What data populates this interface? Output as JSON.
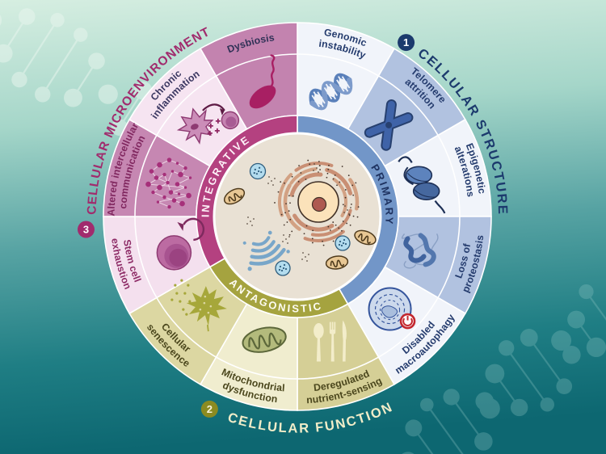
{
  "figure": {
    "kind": "hallmarks-of-aging-wheel"
  },
  "background": {
    "gradient_top": "#d6eee1",
    "gradient_mid": "#57a3a3",
    "gradient_bottom": "#0d6771",
    "decorations": [
      "dna-helix-top-left",
      "dna-helix-bottom-right"
    ]
  },
  "wheel": {
    "center_icon": "eukaryotic-cell-illustration",
    "center_fill": "#e9e1d4",
    "separator_color": "#ffffff",
    "categories": [
      {
        "number": "1",
        "title": "CELLULAR STRUCTURE",
        "color": "#1c3a6d",
        "badge_fill": "#1c3a6d",
        "badge_text_color": "#ffffff",
        "ring_label": "PRIMARY",
        "ring_fill": "#7296c8",
        "ring_text_color": "#1e3260",
        "span_deg": [
          0,
          150
        ]
      },
      {
        "number": "2",
        "title": "CELLULAR FUNCTION",
        "color": "#f2edc9",
        "badge_fill": "#8b8b21",
        "badge_text_color": "#f7f4da",
        "ring_label": "ANTAGONISTIC",
        "ring_fill": "#a5a33f",
        "ring_text_color": "#fdfcf2",
        "span_deg": [
          150,
          240
        ]
      },
      {
        "number": "3",
        "title": "CELLULAR MICROENVIRONMENT",
        "color": "#a12b6d",
        "badge_fill": "#a12b6d",
        "badge_text_color": "#ffffff",
        "ring_label": "INTEGRATIVE",
        "ring_fill": "#b44180",
        "ring_text_color": "#fdf0f7",
        "span_deg": [
          240,
          360
        ]
      }
    ],
    "segments": [
      {
        "label": "Genomic instability",
        "lines": [
          "Genomic",
          "instability"
        ],
        "fill": "#f1f4fa",
        "text_color": "#253c6e",
        "icon": "dna-icon"
      },
      {
        "label": "Telomere attrition",
        "lines": [
          "Telomere",
          "attrition"
        ],
        "fill": "#b1c2e0",
        "text_color": "#253c6e",
        "icon": "chromosome-icon"
      },
      {
        "label": "Epigenetic alterations",
        "lines": [
          "Epigenetic",
          "alterations"
        ],
        "fill": "#f1f4fa",
        "text_color": "#253c6e",
        "icon": "nucleosome-icon"
      },
      {
        "label": "Loss of proteostasis",
        "lines": [
          "Loss of",
          "proteostasis"
        ],
        "fill": "#b1c2e0",
        "text_color": "#253c6e",
        "icon": "misfolded-protein-icon"
      },
      {
        "label": "Disabled macroautophagy",
        "lines": [
          "Disabled",
          "macroautophagy"
        ],
        "fill": "#f1f4fa",
        "text_color": "#253c6e",
        "icon": "autophagosome-icon"
      },
      {
        "label": "Deregulated nutrient-sensing",
        "lines": [
          "Deregulated",
          "nutrient-sensing"
        ],
        "fill": "#d5cf96",
        "text_color": "#4b471d",
        "icon": "cutlery-icon"
      },
      {
        "label": "Mitochondrial dysfunction",
        "lines": [
          "Mitochondrial",
          "dysfunction"
        ],
        "fill": "#f0edcf",
        "text_color": "#4b471d",
        "icon": "mitochondrion-icon"
      },
      {
        "label": "Cellular senescence",
        "lines": [
          "Cellular",
          "senescence"
        ],
        "fill": "#dcd7a2",
        "text_color": "#4b471d",
        "icon": "decaying-leaf-icon"
      },
      {
        "label": "Stem cell exhaustion",
        "lines": [
          "Stem cell",
          "exhaustion"
        ],
        "fill": "#f4e0ee",
        "text_color": "#8e2c67",
        "icon": "stem-cell-icon"
      },
      {
        "label": "Altered intercellular communication",
        "lines": [
          "Altered intercellular",
          "communication"
        ],
        "fill": "#c687b2",
        "text_color": "#80275f",
        "icon": "signal-network-icon"
      },
      {
        "label": "Chronic inflammation",
        "lines": [
          "Chronic",
          "inflammation"
        ],
        "fill": "#f6e4f1",
        "text_color": "#3c3862",
        "icon": "inflammation-cells-icon"
      },
      {
        "label": "Dysbiosis",
        "lines": [
          "Dysbiosis"
        ],
        "fill": "#c383af",
        "text_color": "#2f3156",
        "icon": "bacterium-icon"
      }
    ]
  }
}
